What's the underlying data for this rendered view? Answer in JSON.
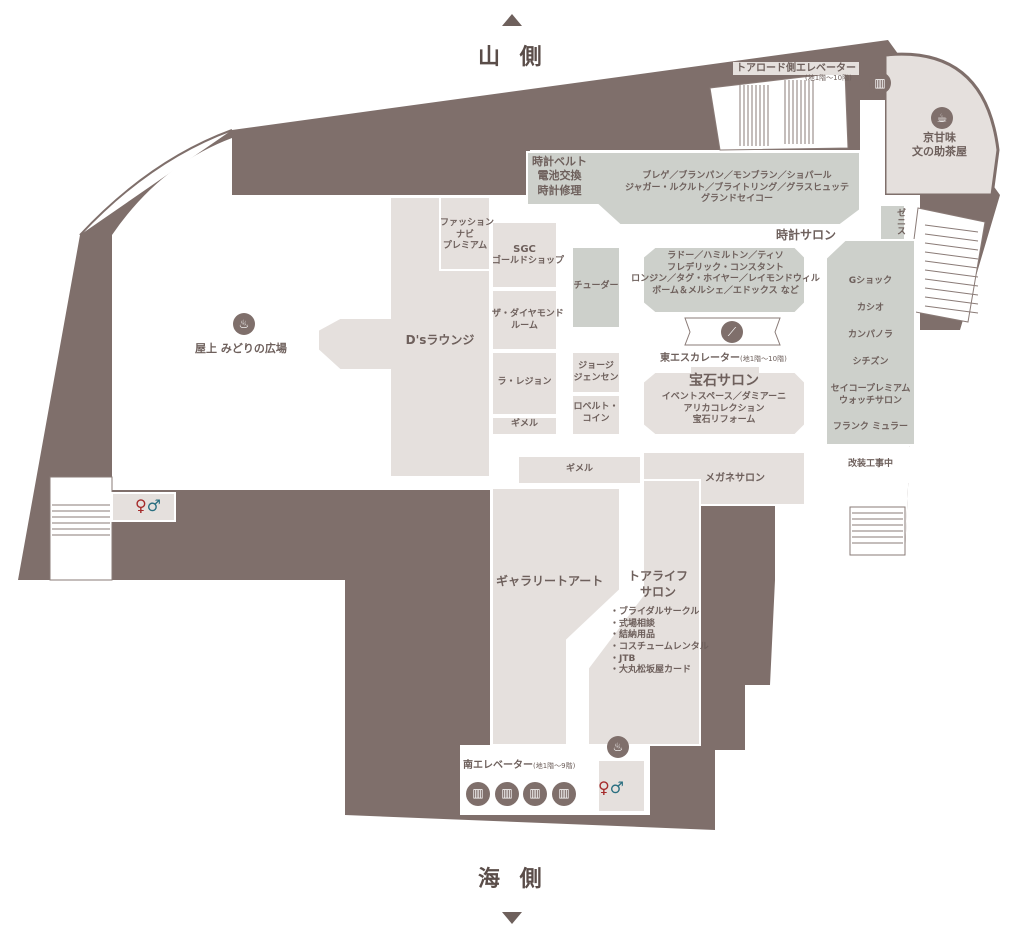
{
  "orientation": {
    "north_label": "山 側",
    "south_label": "海 側"
  },
  "colors": {
    "wall": "#7f6f6b",
    "store": "#e5e0dd",
    "watch": "#cdd0cb",
    "text": "#6e605c"
  },
  "facilities": {
    "north_elevator": {
      "name": "トアロード側エレベーター",
      "floors": "(地1階〜10階)"
    },
    "east_escalator": {
      "name": "東エスカレーター",
      "floors": "(地1階〜10階)"
    },
    "south_elevator": {
      "name": "南エレベーター",
      "floors": "(地1階〜9階)"
    }
  },
  "stores": {
    "plaza": "屋上 みどりの広場",
    "cafe": [
      "京甘味",
      "文の助茶屋"
    ],
    "watch_service": [
      "時計ベルト",
      "電池交換",
      "時計修理"
    ],
    "watch_brands_top": [
      "ブレゲ／ブランパン／モンブラン／ショパール",
      "ジャガー・ルクルト／ブライトリング／グラスヒュッテ",
      "グランドセイコー"
    ],
    "watch_salon": "時計サロン",
    "watch_brands_mid": [
      "ラドー／ハミルトン／ティソ",
      "フレデリック・コンスタント",
      "ロンジン／タグ・ホイヤー／レイモンドウィル",
      "ボーム＆メルシェ／エドックス など"
    ],
    "fashion_navi": [
      "ファッション",
      "ナビ",
      "プレミアム"
    ],
    "ds_lounge": "D'sラウンジ",
    "sgc": [
      "SGC",
      "ゴールドショップ"
    ],
    "diamond_room": [
      "ザ・ダイヤモンド",
      "ルーム"
    ],
    "la_legion": "ラ・レジョン",
    "gimel_1": "ギメル",
    "tudor": "チューダー",
    "georg_jensen": [
      "ジョージ",
      "ジェンセン"
    ],
    "roberto_coin": [
      "ロベルト・",
      "コイン"
    ],
    "jewelry_salon": "宝石サロン",
    "jewelry_items": [
      "イベントスペース／ダミアーニ",
      "アリカコレクション",
      "宝石リフォーム"
    ],
    "zenith": "ゼニス",
    "right_column": [
      "Gショック",
      "カシオ",
      "カンパノラ",
      "シチズン",
      "セイコープレミアム\nウォッチサロン",
      "フランク ミュラー"
    ],
    "renovation": "改装工事中",
    "gimel_2": "ギメル",
    "megane": "メガネサロン",
    "gallery": "ギャラリートアート",
    "toa_life": [
      "トアライフ",
      "サロン"
    ],
    "toa_life_items": [
      "・ブライダルサークル",
      "・式場相談",
      "・結納用品",
      "・コスチュームレンタル",
      "・JTB",
      "・大丸松坂屋カード"
    ]
  }
}
